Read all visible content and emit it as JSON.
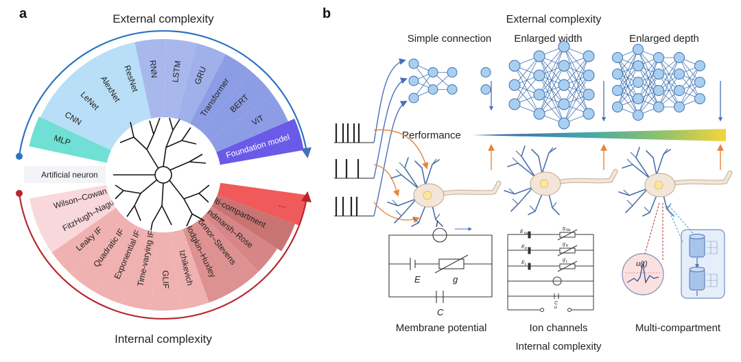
{
  "panel_a": {
    "label": "a",
    "top_title": "External complexity",
    "bottom_title": "Internal complexity",
    "ann_items": [
      {
        "label": "MLP",
        "color": "#6fe0d3"
      },
      {
        "label": "CNN",
        "color": "#b9def7"
      },
      {
        "label": "LeNet",
        "color": "#b9def7"
      },
      {
        "label": "AlexNet",
        "color": "#b9def7"
      },
      {
        "label": "ResNet",
        "color": "#b9def7"
      },
      {
        "label": "RNN",
        "color": "#a8b8ec"
      },
      {
        "label": "LSTM",
        "color": "#a8b8ec"
      },
      {
        "label": "GRU",
        "color": "#9fb0ea"
      },
      {
        "label": "Transformer",
        "color": "#8d9de5"
      },
      {
        "label": "BERT",
        "color": "#8d9de5"
      },
      {
        "label": "ViT",
        "color": "#8d9de5"
      },
      {
        "label": "Foundation model",
        "color": "#6a5ae8"
      }
    ],
    "center_item": "Artificial neuron",
    "snn_items": [
      {
        "label": "Wilson–Cowan",
        "color": "#f9d8dc"
      },
      {
        "label": "FitzHugh–Nagumo",
        "color": "#f9d8dc"
      },
      {
        "label": "Leaky IF",
        "color": "#f0b1b1"
      },
      {
        "label": "Quadratic IF",
        "color": "#f0b1b1"
      },
      {
        "label": "Exponential IF",
        "color": "#f0b1b1"
      },
      {
        "label": "Time-varying IF",
        "color": "#f0b1b1"
      },
      {
        "label": "GLIF",
        "color": "#f0b1b1"
      },
      {
        "label": "Izhikevich",
        "color": "#f0b1b1"
      },
      {
        "label": "Hodgkin–Huxley",
        "color": "#dd9191"
      },
      {
        "label": "Connor–Stevens",
        "color": "#dd9191"
      },
      {
        "label": "Hindmarsh–Rose",
        "color": "#d68686"
      },
      {
        "label": "Multi-compartment",
        "color": "#c97373"
      },
      {
        "label": "...",
        "color": "#f05a5a"
      }
    ]
  },
  "panel_b": {
    "label": "b",
    "top_title": "External complexity",
    "net_titles": [
      "Simple connection",
      "Enlarged width",
      "Enlarged depth"
    ],
    "performance_label": "Performance",
    "bottom_titles": [
      "Membrane potential",
      "Ion channels",
      "Multi-compartment"
    ],
    "bottom_title": "Internal complexity",
    "circuit_symbols": {
      "current": "I",
      "battery": "E",
      "conductance": "g",
      "capacitance": "C"
    },
    "ion_symbols": {
      "g_na": "g",
      "g_na_sub": "Na",
      "g_k": "g",
      "g_k_sub": "K",
      "g_l": "g",
      "g_l_sub": "L",
      "e_na": "E",
      "e_na_sub": "Na",
      "e_k": "E",
      "e_k_sub": "K",
      "e_l": "E",
      "e_l_sub": "L",
      "cap": "C",
      "voltage": "u"
    },
    "compartment_label": "u(t)",
    "colors": {
      "node_fill": "#a9cff0",
      "node_stroke": "#3d6fb0",
      "arrow_blue": "#4670b8",
      "arrow_orange": "#e8833a",
      "neuron_body": "#f3e6d8",
      "nucleus": "#fbe6a0"
    }
  }
}
